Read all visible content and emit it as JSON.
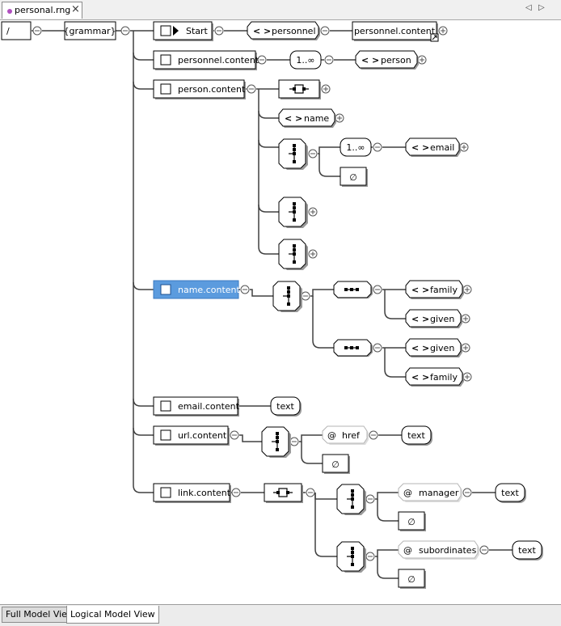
{
  "editor": {
    "tab_title": "personal.rng",
    "close_glyph": "×",
    "nav_left": "◁",
    "nav_right": "▷"
  },
  "diagram": {
    "root": "/",
    "grammar": "{grammar}",
    "start": "Start",
    "personnel_elem": "personnel",
    "personnel_ref": "personnel.content",
    "personnel_def": "personnel.content",
    "one_or_more": "1..∞",
    "person_elem": "person",
    "person_def": "person.content",
    "name_elem": "name",
    "one_or_more_2": "1..∞",
    "email_elem": "email",
    "empty": "∅",
    "name_def": "name.content",
    "family_1": "family",
    "given_1": "given",
    "given_2": "given",
    "family_2": "family",
    "email_def": "email.content",
    "text_1": "text",
    "url_def": "url.content",
    "href_attr": "href",
    "text_2": "text",
    "link_def": "link.content",
    "manager_attr": "manager",
    "text_3": "text",
    "subordinates_attr": "subordinates",
    "text_4": "text",
    "at": "@",
    "elem_glyph": "< >"
  },
  "views": {
    "full": "Full Model View",
    "logical": "Logical Model View"
  },
  "colors": {
    "selected": "#5b9bde",
    "line": "#404040"
  }
}
